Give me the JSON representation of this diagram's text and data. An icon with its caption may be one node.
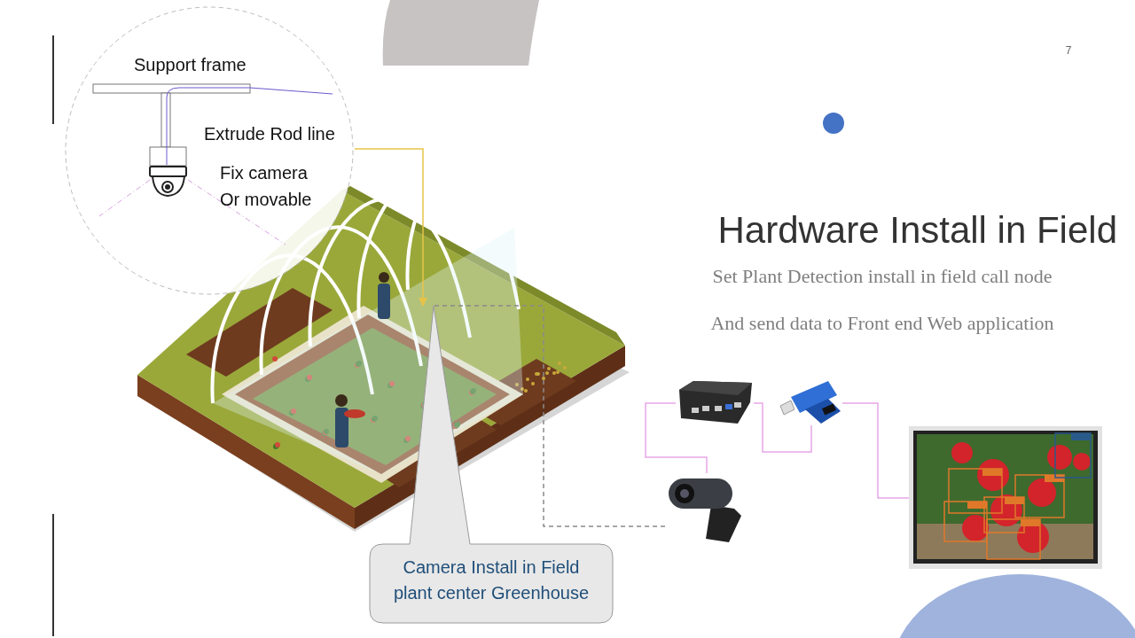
{
  "diagram": {
    "title": "Hardware Install in Field",
    "nodes": [
      {
        "text": [
          "Support frame",
          "Extrude Rod line",
          "Fix camera Or movable"
        ]
      },
      {
        "text": [],
        "shape": "picture"
      },
      {
        "text": [
          "Camera Install in Field plant center Greenhouse"
        ]
      },
      {
        "text": [],
        "shape": "picture"
      },
      {
        "text": [],
        "shape": "picture"
      },
      {
        "text": [],
        "shape": "picture"
      },
      {
        "text": [],
        "shape": "picture"
      }
    ],
    "edges": [
      {
        "from": 0,
        "to": 1,
        "arrow": "to",
        "color": "#e8c34a"
      },
      {
        "from": 1,
        "to": 5,
        "arrow": "none",
        "style": "dashed",
        "color": "#8a8a8a"
      },
      {
        "from": 3,
        "to": 5,
        "arrow": "none"
      },
      {
        "from": 3,
        "to": 4,
        "arrow": "none"
      },
      {
        "from": 4,
        "to": 6,
        "arrow": "none"
      }
    ],
    "labels": [
      "7",
      "Set Plant Detection install in field call node",
      "And send data to Front end Web application"
    ]
  }
}
